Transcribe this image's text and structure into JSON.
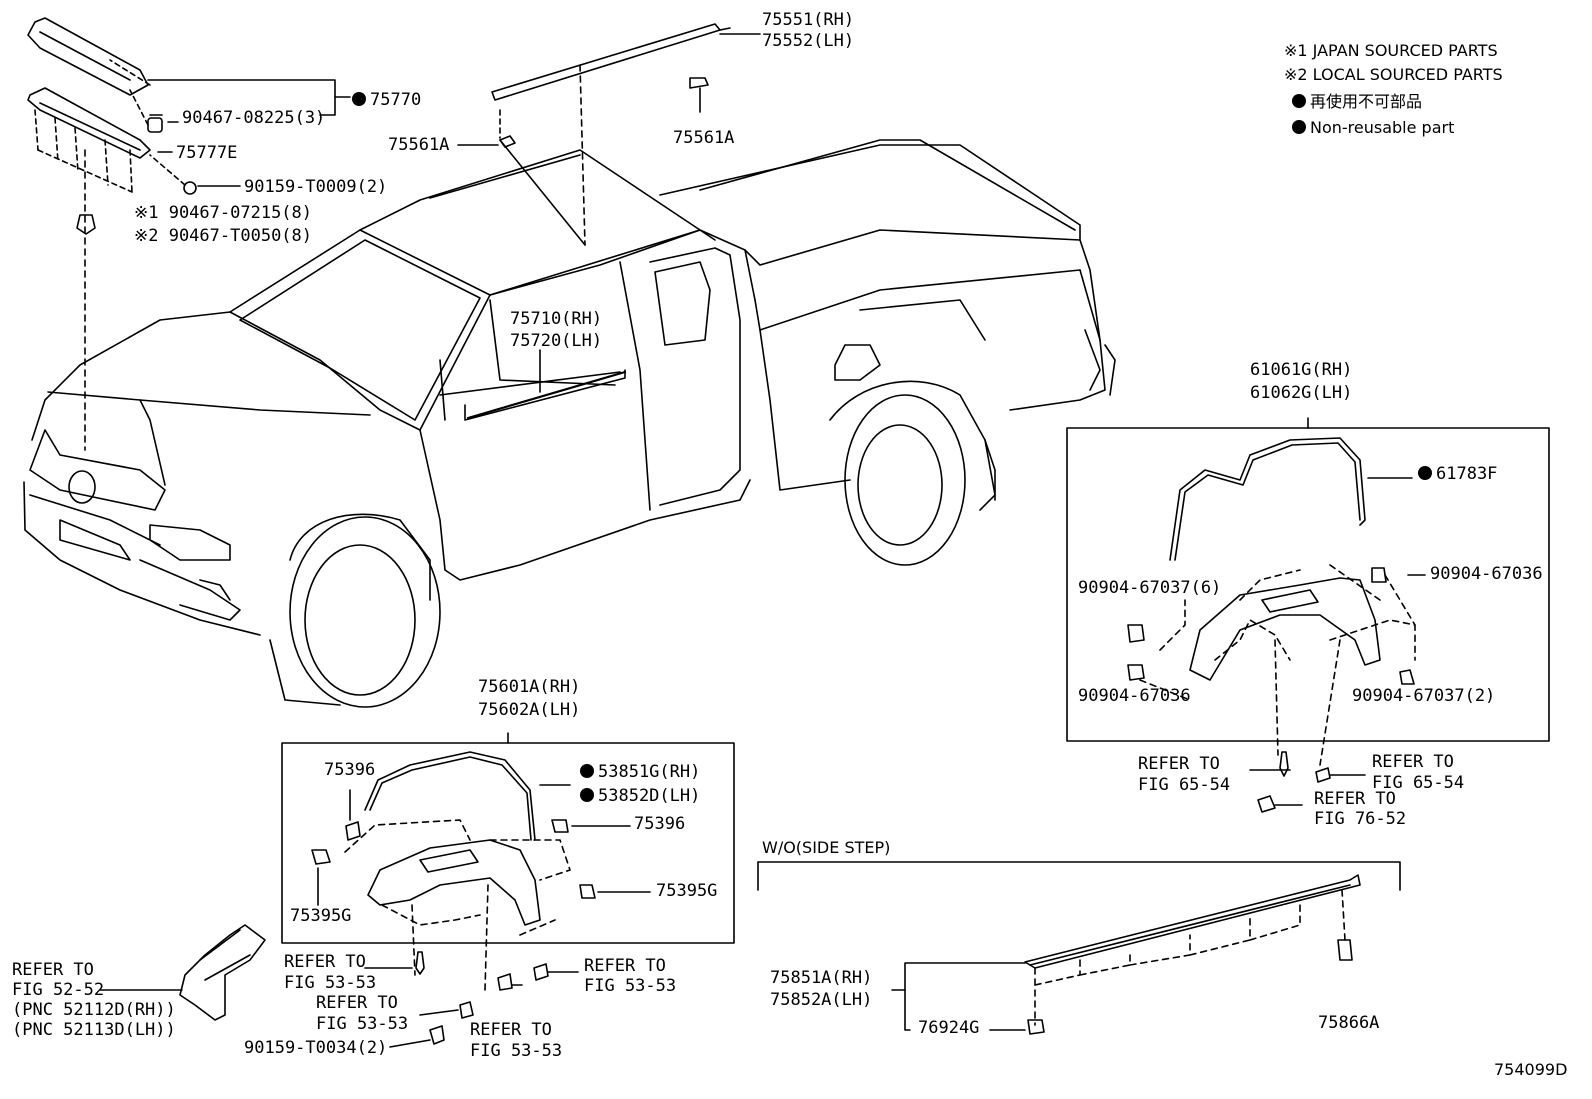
{
  "legend": {
    "note1": "※1 JAPAN SOURCED PARTS",
    "note2": "※2 LOCAL SOURCED PARTS",
    "nonreusable_jp": "再使用不可部品",
    "nonreusable_en": "Non-reusable part"
  },
  "callouts": {
    "p75551": "75551(RH)",
    "p75552": "75552(LH)",
    "p75561a_left": "75561A",
    "p75561a_right": "75561A",
    "p75770": "75770",
    "p90467_08225": "90467-08225(3)",
    "p75777e": "75777E",
    "p90159_t0009": "90159-T0009(2)",
    "p90467_07215": "※1 90467-07215(8)",
    "p90467_t0050": "※2 90467-T0050(8)",
    "p75710": "75710(RH)",
    "p75720": "75720(LH)",
    "p61061g": "61061G(RH)",
    "p61062g": "61062G(LH)",
    "p61783f": "61783F",
    "p90904_67036_top": "90904-67036",
    "p90904_67037_6": "90904-67037(6)",
    "p90904_67036_bottom": "90904-67036",
    "p90904_67037_2": "90904-67037(2)",
    "ref_65_54_a_1": "REFER TO",
    "ref_65_54_a_2": "FIG 65-54",
    "ref_65_54_b_1": "REFER TO",
    "ref_65_54_b_2": "FIG 65-54",
    "ref_76_52_1": "REFER TO",
    "ref_76_52_2": "FIG 76-52",
    "p75601a": "75601A(RH)",
    "p75602a": "75602A(LH)",
    "p75396_left": "75396",
    "p53851g": "53851G(RH)",
    "p53852d": "53852D(LH)",
    "p75396_right": "75396",
    "p75395g_right": "75395G",
    "p75395g_left": "75395G",
    "ref_53_53_a_1": "REFER TO",
    "ref_53_53_a_2": "FIG 53-53",
    "ref_53_53_b_1": "REFER TO",
    "ref_53_53_b_2": "FIG 53-53",
    "ref_53_53_c_1": "REFER TO",
    "ref_53_53_c_2": "FIG 53-53",
    "ref_53_53_d_1": "REFER TO",
    "ref_53_53_d_2": "FIG 53-53",
    "p90159_t0034": "90159-T0034(2)",
    "ref_52_52_1": "REFER TO",
    "ref_52_52_2": "FIG 52-52",
    "ref_52_52_3": "(PNC 52112D(RH))",
    "ref_52_52_4": "(PNC 52113D(LH))",
    "wo_side_step": "W/O(SIDE STEP)",
    "p75851a": "75851A(RH)",
    "p75852a": "75852A(LH)",
    "p76924g": "76924G",
    "p75866a": "75866A"
  },
  "figure_number": "754099D"
}
